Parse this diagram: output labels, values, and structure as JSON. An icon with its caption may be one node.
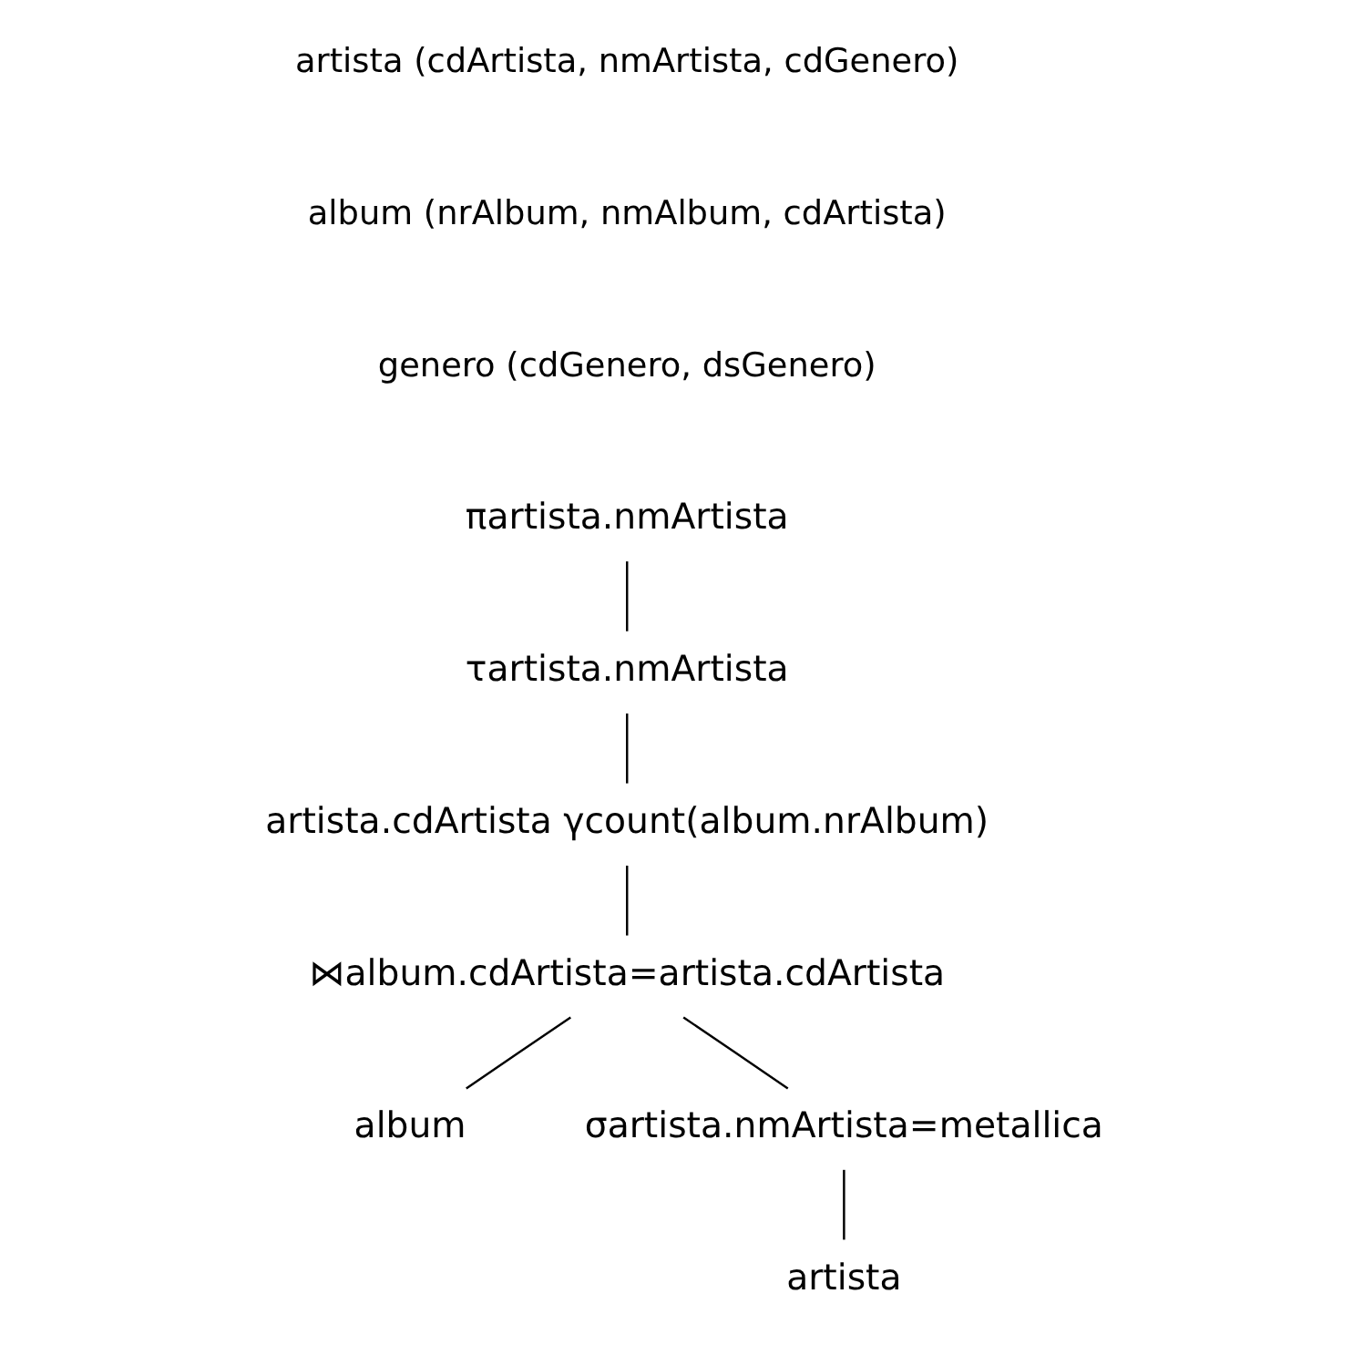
{
  "diagram": {
    "nodes": [
      {
        "text": [
          "πartista.nmArtista"
        ]
      },
      {
        "text": [
          "τartista.nmArtista"
        ]
      },
      {
        "text": [
          "artista.cdArtista γcount(album.nrAlbum)"
        ]
      },
      {
        "text": [
          "⋈album.cdArtista=artista.cdArtista"
        ]
      },
      {
        "text": [
          "album"
        ]
      },
      {
        "text": [
          "σartista.nmArtista=metallica"
        ]
      },
      {
        "text": [
          "artista"
        ]
      }
    ],
    "edges": [
      {
        "from": 0,
        "to": 1,
        "arrow": "none"
      },
      {
        "from": 1,
        "to": 2,
        "arrow": "none"
      },
      {
        "from": 2,
        "to": 3,
        "arrow": "none"
      },
      {
        "from": 3,
        "to": 4,
        "arrow": "none"
      },
      {
        "from": 3,
        "to": 5,
        "arrow": "none"
      },
      {
        "from": 5,
        "to": 6,
        "arrow": "none"
      }
    ],
    "labels": [
      "artista (cdArtista, nmArtista, cdGenero)",
      "album (nrAlbum, nmAlbum, cdArtista)",
      "genero (cdGenero, dsGenero)"
    ]
  }
}
